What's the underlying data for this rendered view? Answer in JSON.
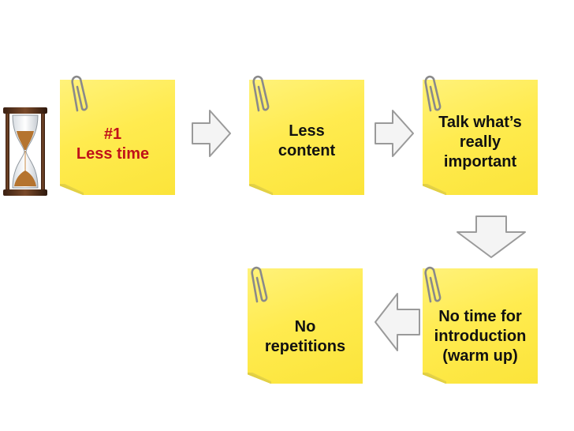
{
  "notes": [
    {
      "id": "note-less-time",
      "text": "#1\nLess time",
      "color": "#c0111a"
    },
    {
      "id": "note-less-content",
      "text": "Less\ncontent",
      "color": "#111111"
    },
    {
      "id": "note-talk-important",
      "text": "Talk what’s\nreally\nimportant",
      "color": "#111111"
    },
    {
      "id": "note-no-introduction",
      "text": "No time for\nintroduction\n(warm up)",
      "color": "#111111"
    },
    {
      "id": "note-no-repetitions",
      "text": "No\nrepetitions",
      "color": "#111111"
    }
  ],
  "colors": {
    "note_yellow": "#ffeb4f",
    "highlight_red": "#c0111a",
    "arrow_fill": "#f4f4f4",
    "arrow_stroke": "#9a9a9a"
  },
  "icons": [
    "hourglass-icon",
    "paperclip-icon",
    "arrow-right-icon",
    "arrow-down-icon",
    "arrow-left-icon"
  ]
}
